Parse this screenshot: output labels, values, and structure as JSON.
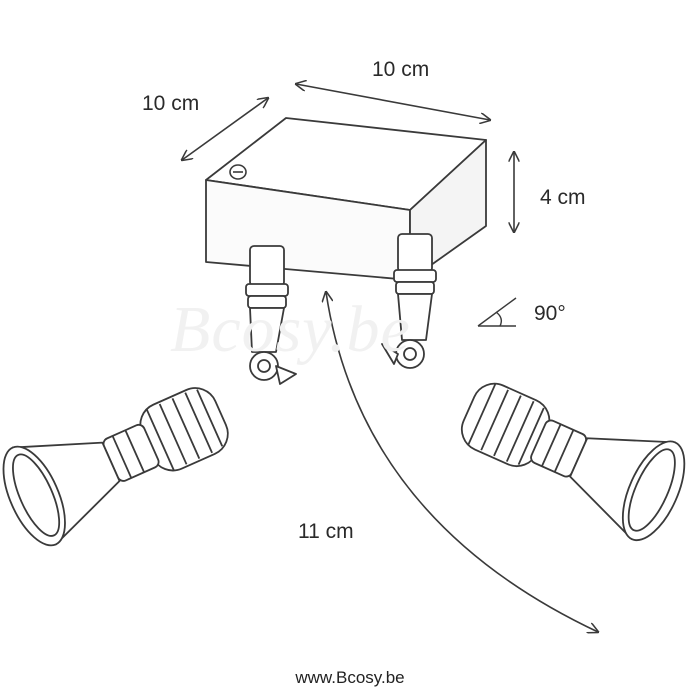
{
  "dimensions": {
    "top_width": "10 cm",
    "depth": "10 cm",
    "height": "4 cm",
    "angle": "90°",
    "reach": "11 cm"
  },
  "watermark": "Bcosy.be",
  "footer": {
    "url": "www.Bcosy.be"
  },
  "colors": {
    "line": "#3a3a3a",
    "text": "#2a2a2a",
    "watermark": "#f1f1f1"
  }
}
